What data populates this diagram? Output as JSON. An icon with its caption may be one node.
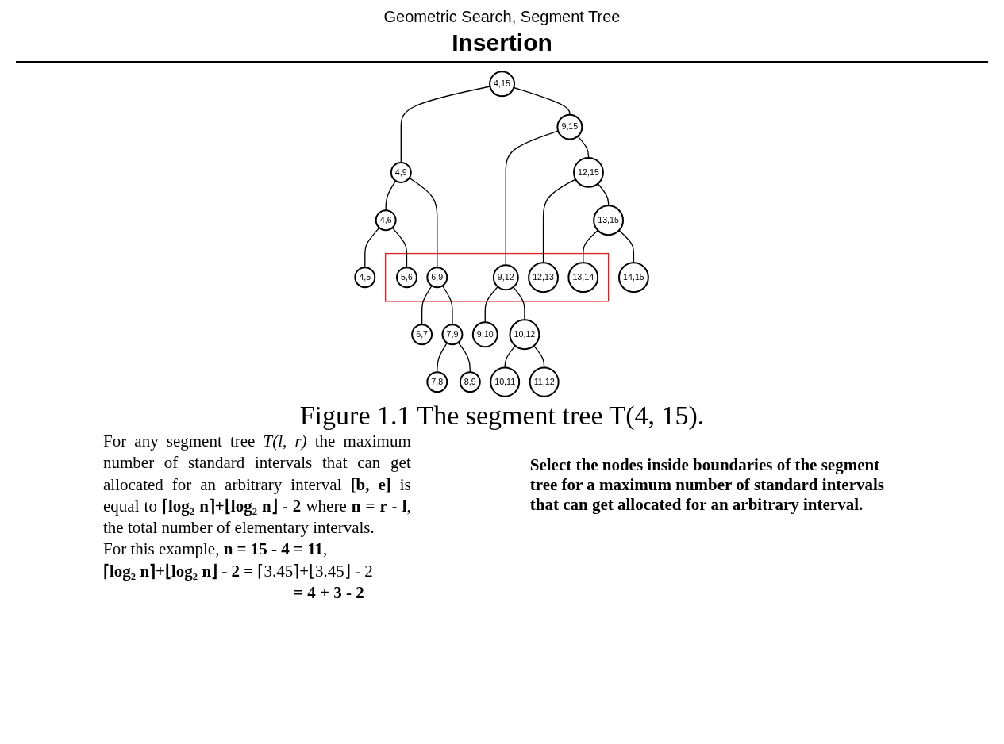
{
  "diagram": {
    "title": "Insertion",
    "caption": "Figure 1.1 The segment tree T(4, 15).",
    "nodes": [
      {
        "text": [],
        "shape": "outline"
      },
      {
        "text": [
          "4,15"
        ]
      },
      {
        "text": [
          "4,9"
        ]
      },
      {
        "text": [
          "9,15"
        ]
      },
      {
        "text": [
          "4,6"
        ]
      },
      {
        "text": [
          "6,9"
        ],
        "in": 0
      },
      {
        "text": [
          "9,12"
        ],
        "in": 0
      },
      {
        "text": [
          "12,15"
        ]
      },
      {
        "text": [
          "4,5"
        ]
      },
      {
        "text": [
          "5,6"
        ],
        "in": 0
      },
      {
        "text": [
          "6,7"
        ]
      },
      {
        "text": [
          "7,9"
        ]
      },
      {
        "text": [
          "9,10"
        ]
      },
      {
        "text": [
          "10,12"
        ]
      },
      {
        "text": [
          "12,13"
        ],
        "in": 0
      },
      {
        "text": [
          "13,15"
        ]
      },
      {
        "text": [
          "7,8"
        ]
      },
      {
        "text": [
          "8,9"
        ]
      },
      {
        "text": [
          "10,11"
        ]
      },
      {
        "text": [
          "11,12"
        ]
      },
      {
        "text": [
          "13,14"
        ],
        "in": 0
      },
      {
        "text": [
          "14,15"
        ]
      }
    ],
    "edges": [
      {
        "from": 1,
        "to": 2,
        "arrow": "none"
      },
      {
        "from": 1,
        "to": 3,
        "arrow": "none"
      },
      {
        "from": 2,
        "to": 4,
        "arrow": "none"
      },
      {
        "from": 2,
        "to": 5,
        "arrow": "none"
      },
      {
        "from": 3,
        "to": 6,
        "arrow": "none"
      },
      {
        "from": 3,
        "to": 7,
        "arrow": "none"
      },
      {
        "from": 4,
        "to": 8,
        "arrow": "none"
      },
      {
        "from": 4,
        "to": 9,
        "arrow": "none"
      },
      {
        "from": 5,
        "to": 10,
        "arrow": "none"
      },
      {
        "from": 5,
        "to": 11,
        "arrow": "none"
      },
      {
        "from": 6,
        "to": 12,
        "arrow": "none"
      },
      {
        "from": 6,
        "to": 13,
        "arrow": "none"
      },
      {
        "from": 7,
        "to": 14,
        "arrow": "none"
      },
      {
        "from": 7,
        "to": 15,
        "arrow": "none"
      },
      {
        "from": 11,
        "to": 16,
        "arrow": "none"
      },
      {
        "from": 11,
        "to": 17,
        "arrow": "none"
      },
      {
        "from": 13,
        "to": 18,
        "arrow": "none"
      },
      {
        "from": 13,
        "to": 19,
        "arrow": "none"
      },
      {
        "from": 15,
        "to": 20,
        "arrow": "none"
      },
      {
        "from": 15,
        "to": 21,
        "arrow": "none"
      }
    ],
    "labels": [
      "Geometric Search, Segment Tree",
      "For any segment tree *T(l, r)* the maximum number of standard intervals that can get allocated for an arbitrary interval **[b, e]** is equal to **⌈log₂ n⌉+⌊log₂ n⌋ - 2** where **n = r - l**, the total number of elementary intervals.",
      "For this example, **n = 15 - 4 = 11**,",
      "**⌈log₂ n⌉+⌊log₂ n⌋ - 2** = ⌈3.45⌉+⌊3.45⌋ - 2",
      "**= 4 + 3 - 2**",
      "Select the nodes inside boundaries of the segment tree for a maximum number of standard intervals that can get allocated for an arbitrary interval."
    ]
  }
}
